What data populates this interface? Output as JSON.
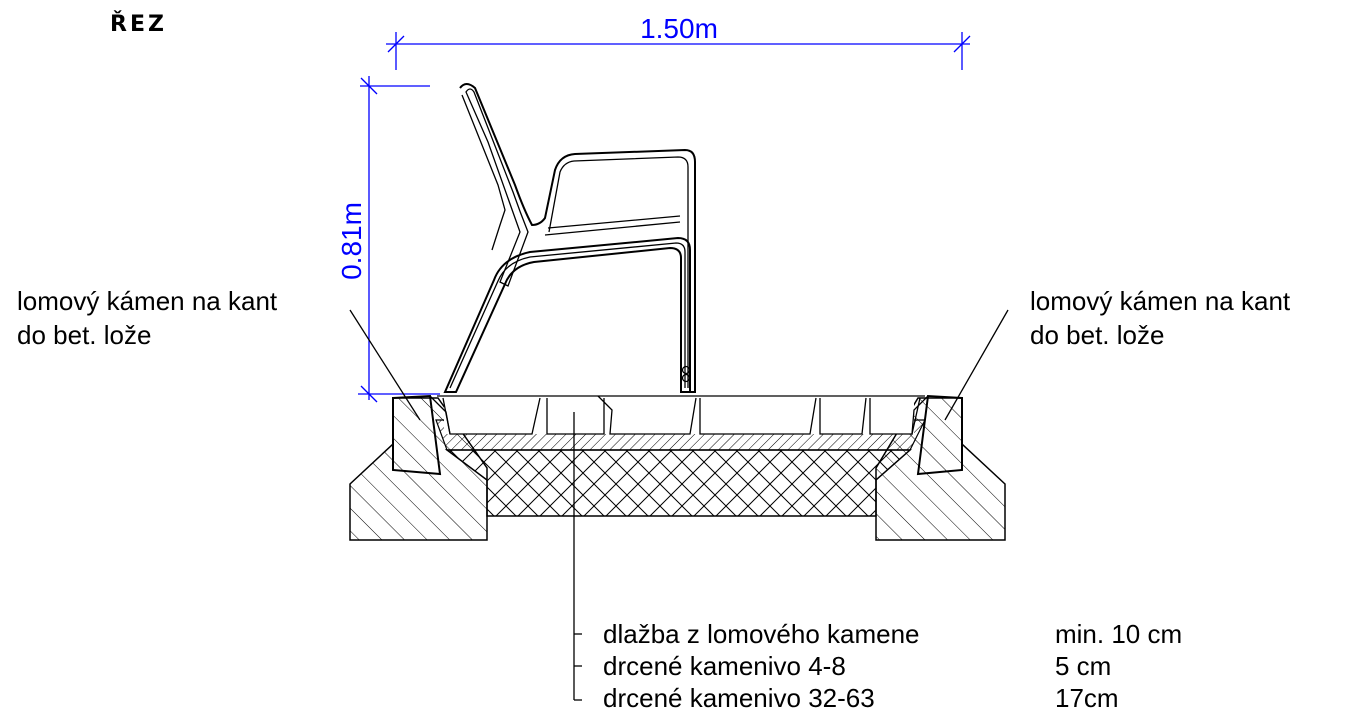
{
  "title": "ŘEZ",
  "dimensions": {
    "width": "1.50m",
    "height": "0.81m"
  },
  "labels": {
    "left_line1": "lomový kámen na kant",
    "left_line2": "do bet. lože",
    "right_line1": "lomový kámen na kant",
    "right_line2": "do bet. lože"
  },
  "layers": [
    {
      "name": "dlažba z lomového kamene",
      "thickness": "min. 10 cm"
    },
    {
      "name": "drcené kamenivo 4-8",
      "thickness": "5 cm"
    },
    {
      "name": "drcené kamenivo 32-63",
      "thickness": "17cm"
    }
  ],
  "colors": {
    "dimension": "#0000ff",
    "line": "#000000"
  }
}
